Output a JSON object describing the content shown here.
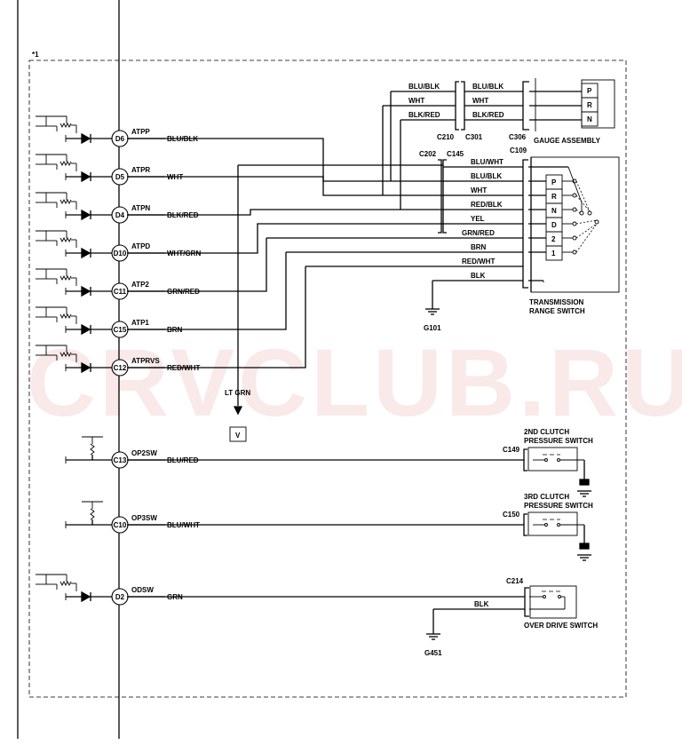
{
  "note_mark": "*1",
  "watermark": "CRVCLUB.RU",
  "pins": [
    {
      "pin": "D6",
      "signal": "ATPP",
      "wire": "BLU/BLK"
    },
    {
      "pin": "D5",
      "signal": "ATPR",
      "wire": "WHT"
    },
    {
      "pin": "D4",
      "signal": "ATPN",
      "wire": "BLK/RED"
    },
    {
      "pin": "D10",
      "signal": "ATPD",
      "wire": "WHT/GRN"
    },
    {
      "pin": "C11",
      "signal": "ATP2",
      "wire": "GRN/RED"
    },
    {
      "pin": "C15",
      "signal": "ATP1",
      "wire": "BRN"
    },
    {
      "pin": "C12",
      "signal": "ATPRVS",
      "wire": "RED/WHT"
    },
    {
      "pin": "C13",
      "signal": "OP2SW",
      "wire": "BLU/RED"
    },
    {
      "pin": "C10",
      "signal": "OP3SW",
      "wire": "BLU/WHT"
    },
    {
      "pin": "D2",
      "signal": "ODSW",
      "wire": "GRN"
    }
  ],
  "gauge": {
    "wires_left": [
      "BLU/BLK",
      "WHT",
      "BLK/RED"
    ],
    "wires_right": [
      "BLU/BLK",
      "WHT",
      "BLK/RED"
    ],
    "connectors": [
      "C210",
      "C301",
      "C306"
    ],
    "positions": [
      "P",
      "R",
      "N"
    ],
    "title": "GAUGE ASSEMBLY"
  },
  "trs": {
    "connectors": [
      "C202",
      "C145",
      "C109"
    ],
    "wires": [
      "BLU/WHT",
      "BLU/BLK",
      "WHT",
      "RED/BLK",
      "YEL",
      "GRN/RED",
      "BRN",
      "RED/WHT",
      "BLK"
    ],
    "positions": [
      "P",
      "R",
      "N",
      "D",
      "2",
      "1"
    ],
    "title_1": "TRANSMISSION",
    "title_2": "RANGE SWITCH",
    "ground": "G101"
  },
  "lt_grn": {
    "wire": "LT GRN",
    "terminal": "V"
  },
  "sw2": {
    "connector": "C149",
    "title_1": "2ND CLUTCH",
    "title_2": "PRESSURE SWITCH"
  },
  "sw3": {
    "connector": "C150",
    "title_1": "3RD CLUTCH",
    "title_2": "PRESSURE SWITCH"
  },
  "od": {
    "connector": "C214",
    "wire": "BLK",
    "title": "OVER DRIVE SWITCH",
    "ground": "G451"
  }
}
